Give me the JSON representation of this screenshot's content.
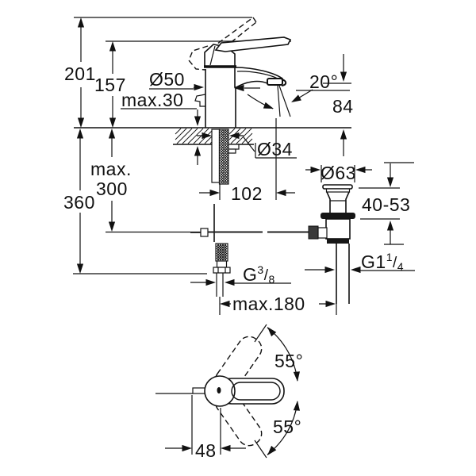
{
  "labels": {
    "overall_height": "201",
    "lever_height": "157",
    "body_diameter": "Ø50",
    "deck_thickness": "max.30",
    "spray_angle": "20°",
    "spout_height": "84",
    "hole_diameter": "Ø34",
    "spout_reach": "102",
    "pull_rod_line1": "max.",
    "pull_rod_line2": "300",
    "supply_length": "360",
    "waste_flange_diameter": "Ø63",
    "clamping_range": "40-53",
    "waste_thread": {
      "main": "G1",
      "sup": "1",
      "slash": "/",
      "sub": "4"
    },
    "supply_thread": {
      "main": "G",
      "sup": "3",
      "slash": "/",
      "sub": "8"
    },
    "waste_offset": "max.180",
    "swing_upper": "55°",
    "swing_lower": "55°",
    "spout_center_offset": "48"
  }
}
